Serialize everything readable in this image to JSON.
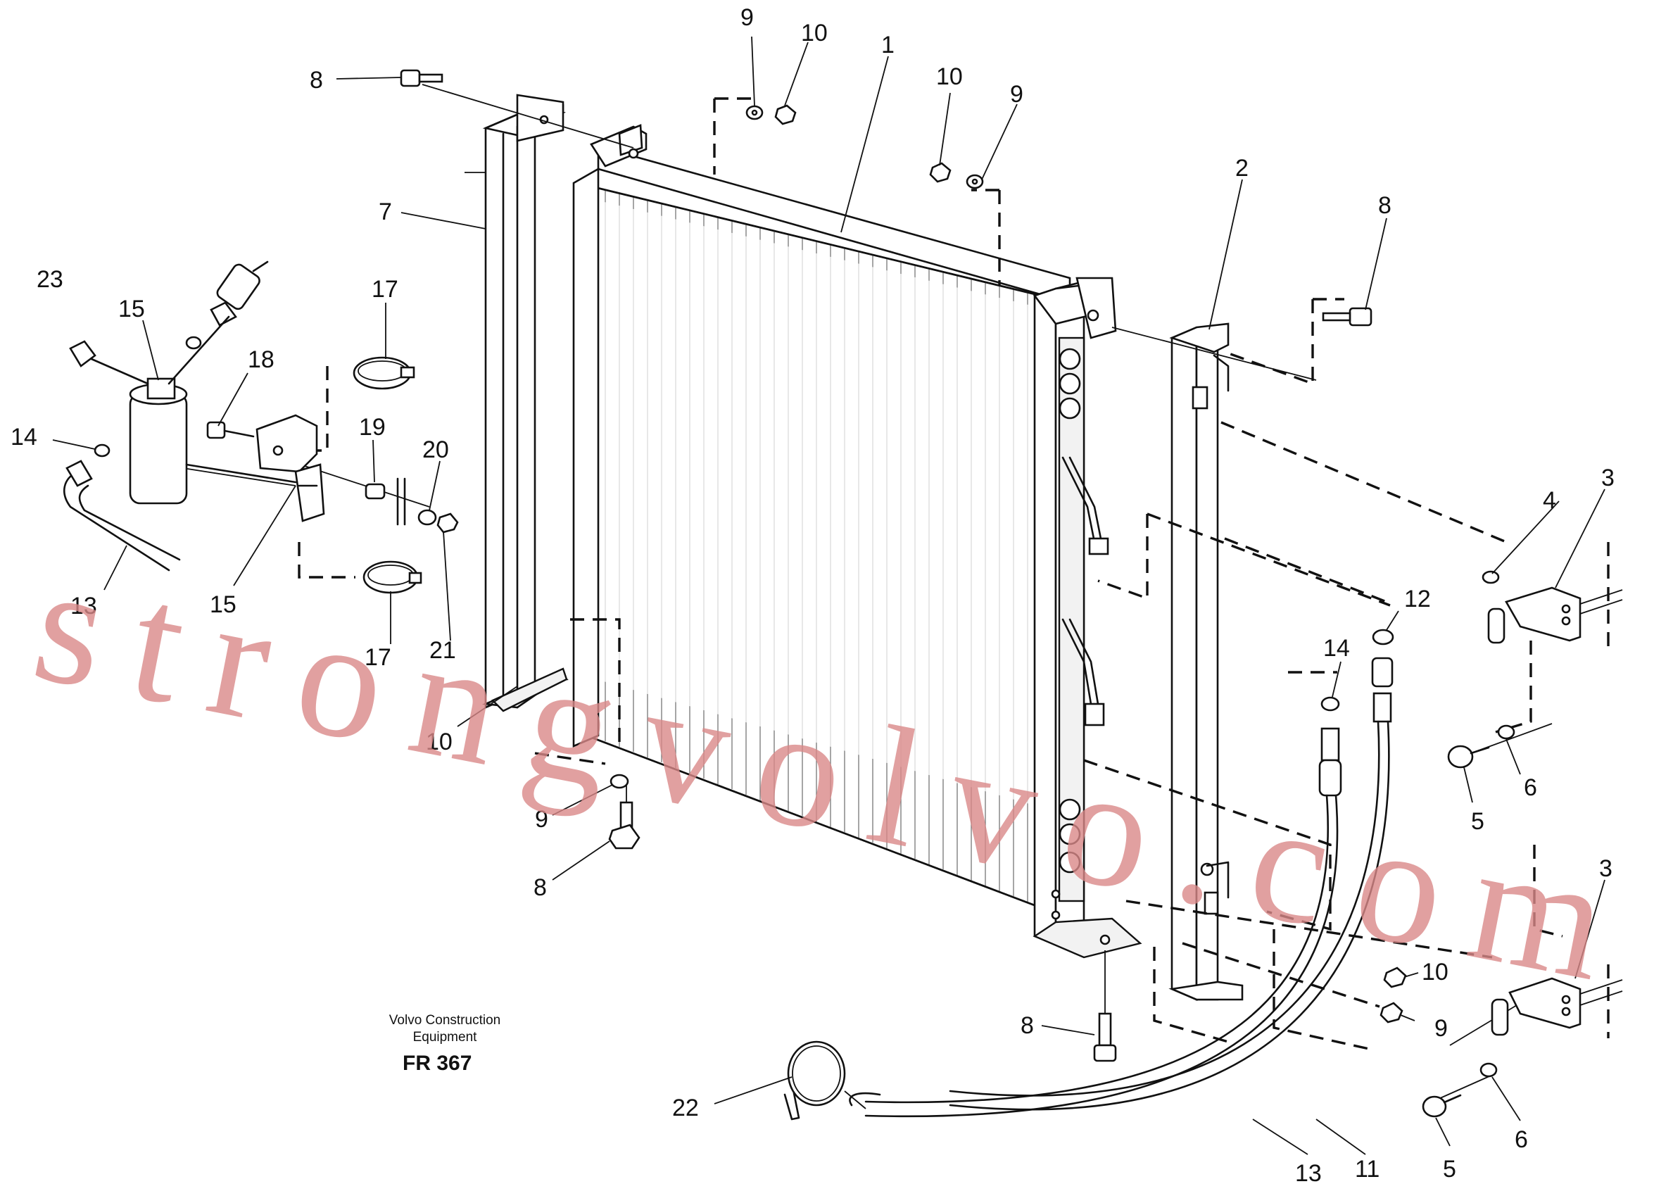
{
  "diagram": {
    "caption_line1": "Volvo Construction",
    "caption_line2": "Equipment",
    "figure_code": "FR 367",
    "watermark": "strongvolvo.com",
    "callouts": [
      {
        "id": "c-8-top",
        "text": "8"
      },
      {
        "id": "c-9-top",
        "text": "9"
      },
      {
        "id": "c-10-top",
        "text": "10"
      },
      {
        "id": "c-1",
        "text": "1"
      },
      {
        "id": "c-10-mid",
        "text": "10"
      },
      {
        "id": "c-9-mid",
        "text": "9"
      },
      {
        "id": "c-2",
        "text": "2"
      },
      {
        "id": "c-8-right",
        "text": "8"
      },
      {
        "id": "c-7",
        "text": "7"
      },
      {
        "id": "c-23",
        "text": "23"
      },
      {
        "id": "c-15-top",
        "text": "15"
      },
      {
        "id": "c-17-top",
        "text": "17"
      },
      {
        "id": "c-18",
        "text": "18"
      },
      {
        "id": "c-14-left",
        "text": "14"
      },
      {
        "id": "c-19",
        "text": "19"
      },
      {
        "id": "c-20",
        "text": "20"
      },
      {
        "id": "c-4",
        "text": "4"
      },
      {
        "id": "c-3-top",
        "text": "3"
      },
      {
        "id": "c-13-left",
        "text": "13"
      },
      {
        "id": "c-15-bottom",
        "text": "15"
      },
      {
        "id": "c-17-bottom",
        "text": "17"
      },
      {
        "id": "c-21",
        "text": "21"
      },
      {
        "id": "c-12",
        "text": "12"
      },
      {
        "id": "c-14-right",
        "text": "14"
      },
      {
        "id": "c-10-left",
        "text": "10"
      },
      {
        "id": "c-5-top",
        "text": "5"
      },
      {
        "id": "c-6-top",
        "text": "6"
      },
      {
        "id": "c-9-left",
        "text": "9"
      },
      {
        "id": "c-8-left",
        "text": "8"
      },
      {
        "id": "c-3-bottom",
        "text": "3"
      },
      {
        "id": "c-10-bottom",
        "text": "10"
      },
      {
        "id": "c-9-bottom",
        "text": "9"
      },
      {
        "id": "c-8-bottom",
        "text": "8"
      },
      {
        "id": "c-22",
        "text": "22"
      },
      {
        "id": "c-13-bottom",
        "text": "13"
      },
      {
        "id": "c-11",
        "text": "11"
      },
      {
        "id": "c-5-bottom",
        "text": "5"
      },
      {
        "id": "c-6-bottom",
        "text": "6"
      }
    ]
  }
}
